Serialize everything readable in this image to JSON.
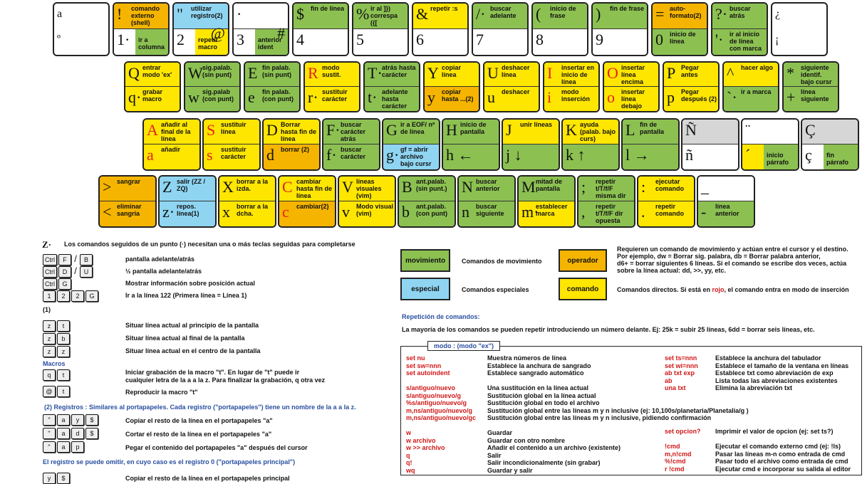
{
  "row0": [
    {
      "top": "a",
      "bot": "º",
      "color": "w"
    },
    {
      "top": "!",
      "ttxt": "comando externo (shell)",
      "tc": "o",
      "bot": "1·",
      "btxt": "ir a columna",
      "bc": "w",
      "bsub": "g"
    },
    {
      "top": "\"",
      "ttxt": "utilizar registro(2)",
      "tc": "c",
      "bot": "2",
      "btxt": "repetir macro",
      "bc": "w",
      "bsub": "y",
      "bsym": "@"
    },
    {
      "top": "·",
      "ttxt": "",
      "tc": "w",
      "bot": "3",
      "btxt": "anterior ident",
      "bc": "w",
      "bsub": "g",
      "bsym": "#"
    },
    {
      "top": "$",
      "ttxt": "fin de línea",
      "tc": "g",
      "bot": "4",
      "btxt": "",
      "bc": "w"
    },
    {
      "top": "%",
      "ttxt": "ir al ]}) correspa ({[",
      "tc": "g",
      "bot": "5",
      "btxt": "",
      "bc": "w"
    },
    {
      "top": "&",
      "ttxt": "repetir :s",
      "tc": "y",
      "bot": "6",
      "btxt": "",
      "bc": "w"
    },
    {
      "top": "/·",
      "ttxt": "buscar adelante",
      "tc": "g",
      "bot": "7",
      "btxt": "",
      "bc": "w"
    },
    {
      "top": "(",
      "ttxt": "inicio de frase",
      "tc": "g",
      "bot": "8",
      "btxt": "",
      "bc": "w"
    },
    {
      "top": ")",
      "ttxt": "fin de frase",
      "tc": "g",
      "bot": "9",
      "btxt": "",
      "bc": "w"
    },
    {
      "top": "=",
      "ttxt": "auto-formato(2)",
      "tc": "o",
      "bot": "0",
      "btxt": "inicio de línea",
      "bc": "g"
    },
    {
      "top": "?·",
      "ttxt": "buscar atrás",
      "tc": "g",
      "bot": "'·",
      "btxt": "ir al inicio de línea con marca",
      "bc": "g"
    },
    {
      "top": "¿",
      "bot": "¡",
      "color": "w"
    }
  ],
  "row1": [
    {
      "top": "Q",
      "ttxt": "entrar modo 'ex'",
      "tc": "y",
      "bot": "q·",
      "btxt": "grabar macro",
      "bc": "y"
    },
    {
      "top": "W",
      "ttxt": "sig.palab. (sin punt)",
      "tc": "g",
      "bot": "w",
      "btxt": "sig.palab (con punt)",
      "bc": "g"
    },
    {
      "top": "E",
      "ttxt": "fin palab. (sin punt)",
      "tc": "g",
      "bot": "e",
      "btxt": "fin palab. (con punt)",
      "bc": "g"
    },
    {
      "top": "R",
      "ttxt": "modo sustit.",
      "tc": "y",
      "tred": true,
      "bot": "r·",
      "btxt": "sustituir carácter",
      "bc": "y"
    },
    {
      "top": "T·",
      "ttxt": "atrás hasta carácter",
      "tc": "g",
      "bot": "t·",
      "btxt": "adelante hasta carácter",
      "bc": "g"
    },
    {
      "top": "Y",
      "ttxt": "copiar línea",
      "tc": "y",
      "bot": "y",
      "btxt": "copiar hasta ...(2)",
      "bc": "o"
    },
    {
      "top": "U",
      "ttxt": "deshacer línea",
      "tc": "y",
      "bot": "u",
      "btxt": "deshacer",
      "bc": "y"
    },
    {
      "top": "I",
      "ttxt": "insertar en inicio de línea",
      "tc": "y",
      "tred": true,
      "bot": "i",
      "btxt": "modo inserción",
      "bc": "y",
      "bred": true
    },
    {
      "top": "O",
      "ttxt": "insertar línea encima",
      "tc": "y",
      "tred": true,
      "bot": "o",
      "btxt": "insertar línea debajo",
      "bc": "y",
      "bred": true
    },
    {
      "top": "P",
      "ttxt": "Pegar antes",
      "tc": "y",
      "bot": "p",
      "btxt": "Pegar después (2)",
      "bc": "y"
    },
    {
      "top": "^",
      "ttxt": "hacer algo",
      "tc": "y",
      "bot": "`·",
      "btxt": "ir a marca",
      "bc": "g"
    },
    {
      "top": "*",
      "ttxt": "siguiente identif. bajo cursr",
      "tc": "g",
      "bot": "+",
      "btxt": "línea siguiente",
      "bc": "g"
    }
  ],
  "row2": [
    {
      "top": "A",
      "ttxt": "añadir al final de la línea",
      "tc": "y",
      "tred": true,
      "bot": "a",
      "btxt": "añadir",
      "bc": "y",
      "bred": true
    },
    {
      "top": "S",
      "ttxt": "sustituir línea",
      "tc": "y",
      "tred": true,
      "bot": "s",
      "btxt": "sustituir carácter",
      "bc": "y",
      "bred": true
    },
    {
      "top": "D",
      "ttxt": "Borrar hasta fin de línea",
      "tc": "y",
      "bot": "d",
      "btxt": "borrar (2)",
      "bc": "o"
    },
    {
      "top": "F·",
      "ttxt": "buscar carácter atrás",
      "tc": "g",
      "bot": "f·",
      "btxt": "buscar carácter",
      "bc": "g"
    },
    {
      "top": "G",
      "ttxt": "ir a EOF/ nº de línea",
      "tc": "g",
      "bot": "g·",
      "btxt": "gf = abrir archivo bajo cursr",
      "bc": "c"
    },
    {
      "top": "H",
      "ttxt": "inicio de pantalla",
      "tc": "g",
      "bot": "h ←",
      "btxt": "",
      "bc": "g"
    },
    {
      "top": "J",
      "ttxt": "unir líneas",
      "tc": "y",
      "bot": "j ↓",
      "btxt": "",
      "bc": "g"
    },
    {
      "top": "K",
      "ttxt": "ayuda (palab. bajo curs)",
      "tc": "y",
      "bot": "k ↑",
      "btxt": "",
      "bc": "g"
    },
    {
      "top": "L",
      "ttxt": "fin de pantalla",
      "tc": "g",
      "bot": "l →",
      "btxt": "",
      "bc": "g"
    },
    {
      "top": "Ñ",
      "ttxt": "",
      "tc": "gr",
      "bot": "ñ",
      "btxt": "",
      "bc": "w"
    },
    {
      "top": "¨",
      "ttxt": "",
      "tc": "w",
      "bot": "´",
      "btxt": "inicio párrafo",
      "bc": "y",
      "bsub": "g"
    },
    {
      "top": "Ç",
      "ttxt": "",
      "tc": "gr",
      "bot": "ç",
      "btxt": "fin párrafo",
      "bc": "w",
      "bsub": "g"
    }
  ],
  "row3": [
    {
      "top": ">",
      "ttxt": "sangrar",
      "tc": "o",
      "bot": "<",
      "btxt": "eliminar sangría",
      "bc": "o"
    },
    {
      "top": "Z",
      "ttxt": "salir (ZZ / ZQ)",
      "tc": "c",
      "bot": "z·",
      "btxt": "repos. línea(1)",
      "bc": "c"
    },
    {
      "top": "X",
      "ttxt": "borrar a la izda.",
      "tc": "y",
      "bot": "x",
      "btxt": "borrar a la dcha.",
      "bc": "y"
    },
    {
      "top": "C",
      "ttxt": "cambiar hasta fin de línea",
      "tc": "y",
      "tred": true,
      "bot": "c",
      "btxt": "cambiar(2)",
      "bc": "o",
      "bred": true
    },
    {
      "top": "V",
      "ttxt": "líneas visuales (vim)",
      "tc": "y",
      "bot": "v",
      "btxt": "Modo visual (vim)",
      "bc": "y"
    },
    {
      "top": "B",
      "ttxt": "ant.palab. (sin punt.)",
      "tc": "g",
      "bot": "b",
      "btxt": "ant.palab. (con punt)",
      "bc": "g"
    },
    {
      "top": "N",
      "ttxt": "buscar anterior",
      "tc": "g",
      "bot": "n",
      "btxt": "buscar siguiente",
      "bc": "g"
    },
    {
      "top": "M",
      "ttxt": "mitad de pantalla",
      "tc": "g",
      "bot": "m·",
      "btxt": "establecer marca",
      "bc": "y"
    },
    {
      "top": ";",
      "ttxt": "repetir t/T/f/F misma dir",
      "tc": "g",
      "bot": ",",
      "btxt": "repetir t/T/f/F dir opuesta",
      "bc": "g"
    },
    {
      "top": ":",
      "ttxt": "ejecutar comando",
      "tc": "y",
      "bot": ".",
      "btxt": "repetir comando",
      "bc": "y"
    },
    {
      "top": "_",
      "ttxt": "",
      "tc": "w",
      "bot": "-",
      "btxt": "línea anterior",
      "bc": "g"
    }
  ],
  "notes": {
    "zdot": "Z·",
    "zdot_desc": "Los comandos seguidos de un punto (·) necesitan una o más teclas seguidas para completarse",
    "lines": [
      {
        "keys": [
          "Ctrl",
          "F",
          "/",
          "B"
        ],
        "text": "pantalla adelante/atrás"
      },
      {
        "keys": [
          "Ctrl",
          "D",
          "/",
          "U"
        ],
        "text": "½ pantalla adelante/atrás"
      },
      {
        "keys": [
          "Ctrl",
          "G"
        ],
        "text": "Mostrar información sobre posición actual"
      },
      {
        "keys": [
          "1",
          "2",
          "2",
          "G"
        ],
        "text": "Ir a la línea 122 (Primera línea = Línea 1)"
      }
    ],
    "one": "(1)",
    "zlines": [
      {
        "keys": [
          "z",
          "t"
        ],
        "text": "Situar línea actual al principio de la pantalla"
      },
      {
        "keys": [
          "z",
          "b"
        ],
        "text": "Situar línea actual al final de la pantalla"
      },
      {
        "keys": [
          "z",
          "z"
        ],
        "text": "Situar línea actual en el centro de la pantalla"
      }
    ],
    "macros_title": "Macros",
    "macro1": "Iniciar grabación de la macro \"t\". En lugar de \"t\" puede ir",
    "macro1b": "cualquier letra de la a a la z. Para finalizar la grabación, q otra vez",
    "macro2": "Reproducir la macro \"t\"",
    "reg_title": "(2) Registros : Similares al portapapeles. Cada registro (\"portapapeles\") tiene un nombre de la a a la z.",
    "reg_lines": [
      {
        "keys": [
          "\"",
          "a",
          "y",
          "$"
        ],
        "text": "Copiar el resto de la línea en el portapapeles \"a\""
      },
      {
        "keys": [
          "\"",
          "a",
          "d",
          "$"
        ],
        "text": "Cortar el resto de la línea en el portapapeles \"a\""
      },
      {
        "keys": [
          "\"",
          "a",
          "p"
        ],
        "text": "Pegar el contenido del portapapeles \"a\" después del cursor"
      }
    ],
    "omit_title": "El registro se puede omitir, en cuyo caso es el registro 0 (\"portapapeles principal\")",
    "omit_line": {
      "keys": [
        "y",
        "$"
      ],
      "text": "Copiar el resto de la línea en el portapapeles principal"
    }
  },
  "legend": {
    "movimiento": "movimiento",
    "movimiento_desc": "Comandos de movimiento",
    "operador": "operador",
    "operador_desc1": "Requieren un comando de movimiento y actúan  entre el cursor y el destino.",
    "operador_desc2": "Por ejemplo, dw = Borrar  sig. palabra, db = Borrar palabra  anterior,",
    "operador_desc3": "d6+ = borrar siguientes 6 líneas. Si el comando se escribe dos veces, actúa",
    "operador_desc4": "sobre la línea actual: dd, >>, yy, etc.",
    "especial": "especial",
    "especial_desc": "Comandos especiales",
    "comando": "comando",
    "comando_desc_a": "Comandos directos. Si está  en ",
    "comando_desc_rojo": "rojo",
    "comando_desc_b": ", el comando entra en modo de inserción"
  },
  "repeat": {
    "title": "Repetición de comandos:",
    "text": "La mayoría de los comandos se pueden repetir introduciendo un número delante. Ej: 25k = subir 25 líneas, 6dd = borrar seis líneas, etc."
  },
  "modo": {
    "title": "modo : (modo \"ex\")",
    "left": [
      [
        "set nu",
        "Muestra números de línea"
      ],
      [
        "set sw=nnn",
        "Establece la anchura de sangrado"
      ],
      [
        "set autoindent",
        "Establece sangrado automático"
      ],
      [
        "",
        ""
      ],
      [
        "s/antiguo/nuevo",
        "Una sustitución en la línea actual"
      ],
      [
        "s/antiguo/nuevo/g",
        "Sustitución global en la línea actual"
      ],
      [
        "%s/antiguo/nuevo/g",
        "Sustitución global en todo el archivo"
      ],
      [
        "m,ns/antiguo/nuevo/g",
        "Sustitución global entre las líneas m y n inclusive (ej: 10,100s/planetaria/Planetalia/g )"
      ],
      [
        "m,ns/antiguo/nuevo/gc",
        "Sustitución global entre las líneas m y n inclusive, pidiendo confirmación"
      ],
      [
        "",
        ""
      ],
      [
        "w",
        "Guardar"
      ],
      [
        "w  archivo",
        "Guardar con otro nombre"
      ],
      [
        "w >> archivo",
        "Añadir el contenido a un archivo (existente)"
      ],
      [
        "q",
        "Salir"
      ],
      [
        "q!",
        "Salir incondicionalmente (sin grabar)"
      ],
      [
        "wq",
        "Guardar y salir"
      ]
    ],
    "right": [
      [
        "set ts=nnn",
        "Establece la anchura del tabulador"
      ],
      [
        "set wi=nnn",
        "Establece el tamaño de la ventana  en líneas"
      ],
      [
        "ab txt  exp",
        "Establece txt como abreviación de exp"
      ],
      [
        "ab",
        "Lista todas las abreviaciones existentes"
      ],
      [
        "una  txt",
        "Elimina la abreviación txt"
      ]
    ],
    "right2": [
      [
        "set opcion?",
        "Imprimir el valor de opcion (ej: set ts?)"
      ],
      [
        "",
        ""
      ],
      [
        "!cmd",
        "Ejecutar el comando externo cmd (ej: !ls)"
      ],
      [
        "m,n!cmd",
        "Pasar las líneas m-n como entrada de cmd"
      ],
      [
        "%!cmd",
        "Pasar todo el archivo como entrada de cmd"
      ],
      [
        "r  !cmd",
        "Ejecutar cmd e incorporar su salida al editor"
      ]
    ]
  }
}
